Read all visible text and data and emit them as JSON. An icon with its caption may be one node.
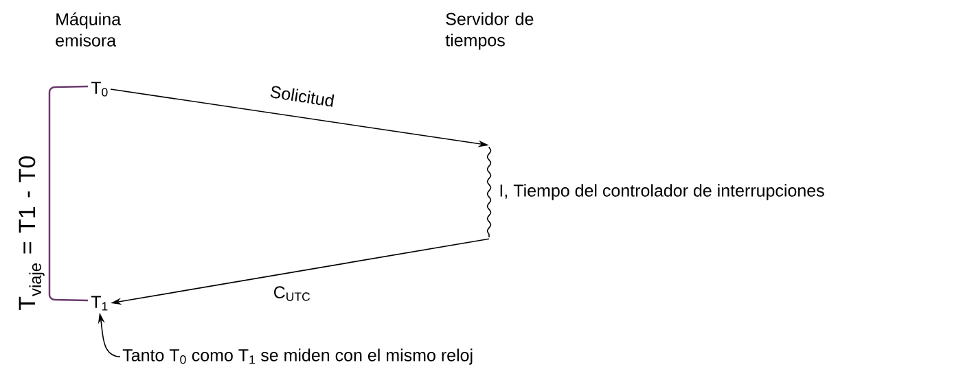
{
  "diagram": {
    "nodes": [
      {
        "text": [
          "T$_{0}$"
        ]
      },
      {
        "text": [
          "T$_{1}$"
        ]
      },
      {
        "text": [],
        "shape": "bar",
        "beside": [
          "I, Tiempo del controlador de interrupciones"
        ]
      },
      {
        "text": [
          "Tanto T$_{0}$ como T$_{1}$ se miden con el mismo reloj"
        ]
      }
    ],
    "edges": [
      {
        "from": 0,
        "to": 2,
        "arrow": "to",
        "label": "Solicitud"
      },
      {
        "from": 2,
        "to": 1,
        "arrow": "to",
        "label": "C$_{UTC}$"
      },
      {
        "from": 3,
        "to": 1,
        "arrow": "to"
      }
    ],
    "labels": [
      "Máquina emisora",
      "Servidor de tiempos",
      "T$_{viaje}$ = T1 - T0"
    ]
  }
}
